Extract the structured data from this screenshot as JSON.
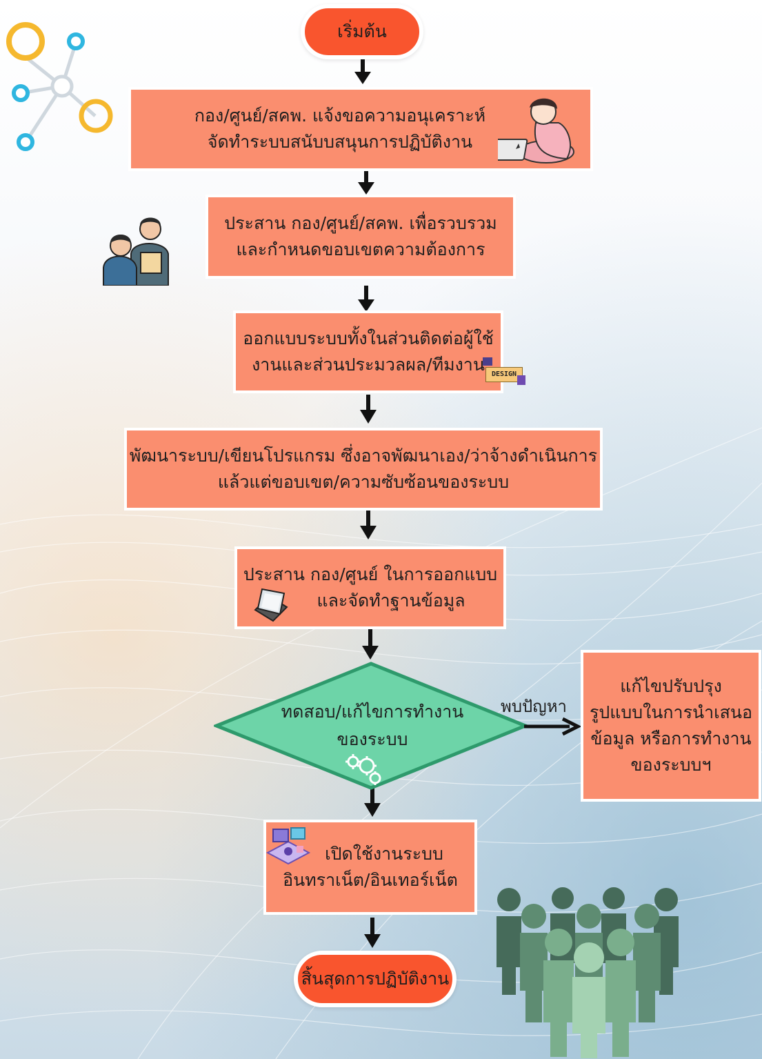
{
  "flowchart": {
    "start": "เริ่มต้น",
    "steps": [
      {
        "lines": [
          "กอง/ศูนย์/สคพ. แจ้งขอความอนุเคราะห์",
          "จัดทำระบบสนับบสนุนการปฏิบัติงาน"
        ]
      },
      {
        "lines": [
          "ประสาน กอง/ศูนย์/สคพ. เพื่อรวบรวม",
          "และกำหนดขอบเขตความต้องการ"
        ]
      },
      {
        "lines": [
          "ออกแบบระบบทั้งในส่วนติดต่อผู้ใช้",
          "งานและส่วนประมวลผล/ทีมงาน"
        ]
      },
      {
        "lines": [
          "พัฒนาระบบ/เขียนโปรแกรม ซึ่งอาจพัฒนาเอง/ว่าจ้างดำเนินการ",
          "แล้วแต่ขอบเขต/ความซับซ้อนของระบบ"
        ]
      },
      {
        "lines": [
          "ประสาน กอง/ศูนย์ ในการออกแบบ",
          "และจัดทำฐานข้อมูล"
        ]
      }
    ],
    "decision": {
      "lines": [
        "ทดสอบ/แก้ไขการทำงาน",
        "ของระบบ"
      ]
    },
    "branch_label": "พบปัญหา",
    "fix_box": {
      "lines": [
        "แก้ไขปรับปรุง",
        "รูปแบบในการนำเสนอ",
        "ข้อมูล หรือการทำงาน",
        "ของระบบฯ"
      ]
    },
    "deploy": {
      "lines": [
        "เปิดใช้งานระบบ",
        "อินทราเน็ต/อินเทอร์เน็ต"
      ]
    },
    "end": "สิ้นสุดการปฏิบัติงาน",
    "design_sticker": "DESIGN"
  },
  "colors": {
    "step_fill": "#fa8e6f",
    "terminal_fill": "#f9552e",
    "decision_fill": "#6dd4a8",
    "decision_stroke": "#2e9a6c",
    "arrow": "#111111",
    "network_yellow": "#f5b82e",
    "network_blue": "#2fb6e0"
  },
  "icons": [
    "network-icon",
    "person-laptop-icon",
    "meeting-people-icon",
    "design-sticker-icon",
    "tablet-icon",
    "gears-icon",
    "computer-devices-icon",
    "crowd-icon"
  ]
}
